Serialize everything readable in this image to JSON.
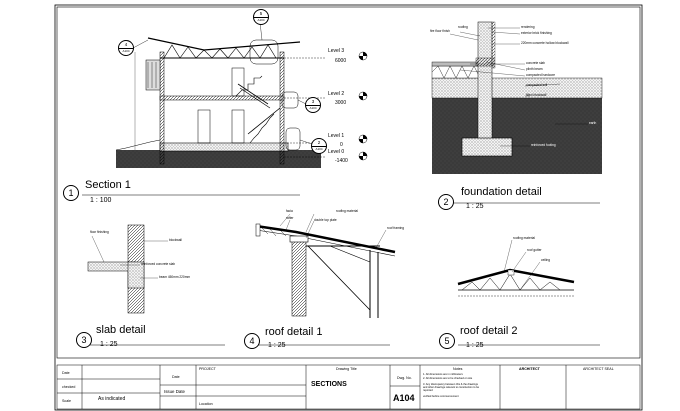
{
  "drawings": {
    "section1": {
      "number": "1",
      "title": "Section 1",
      "scale": "1 : 100"
    },
    "foundation": {
      "number": "2",
      "title": "foundation detail",
      "scale": "1 : 25"
    },
    "slab": {
      "number": "3",
      "title": "slab detail",
      "scale": "1 : 25"
    },
    "roof1": {
      "number": "4",
      "title": "roof detail 1",
      "scale": "1 : 25"
    },
    "roof2": {
      "number": "5",
      "title": "roof detail 2",
      "scale": "1 : 25"
    }
  },
  "levels": [
    {
      "name": "Level 3",
      "elev": "6000"
    },
    {
      "name": "Level 2",
      "elev": "3000"
    },
    {
      "name": "Level 1",
      "elev": "0"
    },
    {
      "name": "Level 0",
      "elev": "-1400"
    }
  ],
  "callouts": {
    "c5": {
      "num": "5",
      "sheet": "A104"
    },
    "c4": {
      "num": "4",
      "sheet": "A104"
    },
    "c3": {
      "num": "3",
      "sheet": "A104"
    },
    "c2": {
      "num": "2",
      "sheet": "A104"
    }
  },
  "foundation_notes": [
    "roofing",
    "fire floor finish",
    "rendering",
    "exterior brick finishing",
    "220mm concrete hollow blockwall",
    "concrete slab",
    "plinth beam",
    "compacted hardcore",
    "compacted soil",
    "filled blockwall",
    "earth",
    "reinforced footing"
  ],
  "slab_notes": [
    "floor finishing",
    "blockwall",
    "reinforced concrete slab",
    "beam 450mm 220mm"
  ],
  "roof1_notes": [
    "facia",
    "rafter",
    "roofing material",
    "double top plate",
    "roof framing"
  ],
  "roof2_notes": [
    "roofing material",
    "roof gutter",
    "ceiling"
  ],
  "titleblock": {
    "date_label": "Date",
    "checked_label": "checked",
    "scale_label": "Scale",
    "scale_value": "As indicated",
    "project_label": "PROJECT",
    "date2_label": "Date",
    "issue_date_label": "Issue Date",
    "location_label": "Location",
    "drawing_title_label": "Drawing Title",
    "drawing_title": "SECTIONS",
    "dwg_no_label": "Dwg. No.",
    "sheet_no": "A104",
    "notes_label": "Notes",
    "notes": [
      "1. All dimensions are in millimeters",
      "2. All dimensions are to be checked on site",
      "3. Any discrepancy between this & the drawings",
      "and other drawings relevant to construction to be",
      "reported",
      "verified before commencement"
    ],
    "architect_label": "ARCHITECT",
    "architect_seal_label": "ARCHITECT SEAL"
  }
}
